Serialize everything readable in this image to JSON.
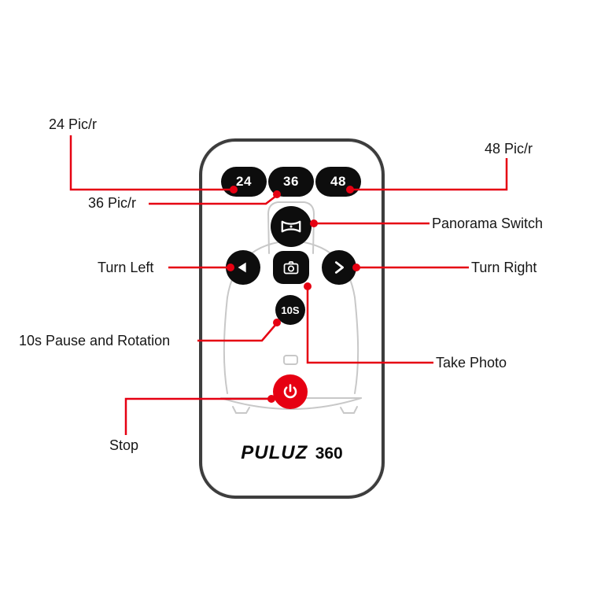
{
  "brand": {
    "logo": "PULUZ",
    "suffix": "360"
  },
  "remote_buttons": {
    "b24": "24",
    "b36": "36",
    "b48": "48",
    "b10s": "10S"
  },
  "callouts": {
    "pic24": "24 Pic/r",
    "pic36": "36 Pic/r",
    "pic48": "48 Pic/r",
    "panorama": "Panorama Switch",
    "turn_left": "Turn Left",
    "turn_right": "Turn Right",
    "pause10s": "10s Pause and Rotation",
    "take_photo": "Take Photo",
    "stop": "Stop"
  },
  "icons": {
    "panorama": "panorama-switch-icon",
    "camera": "camera-icon",
    "turn_left": "turn-left-arrow-icon",
    "turn_right": "turn-right-arrow-icon",
    "power": "power-stop-icon"
  },
  "colors": {
    "accent_red": "#e60012",
    "button_black": "#0d0d0d",
    "remote_border": "#3d3d3d",
    "outline_gray": "#c8c8c8"
  }
}
